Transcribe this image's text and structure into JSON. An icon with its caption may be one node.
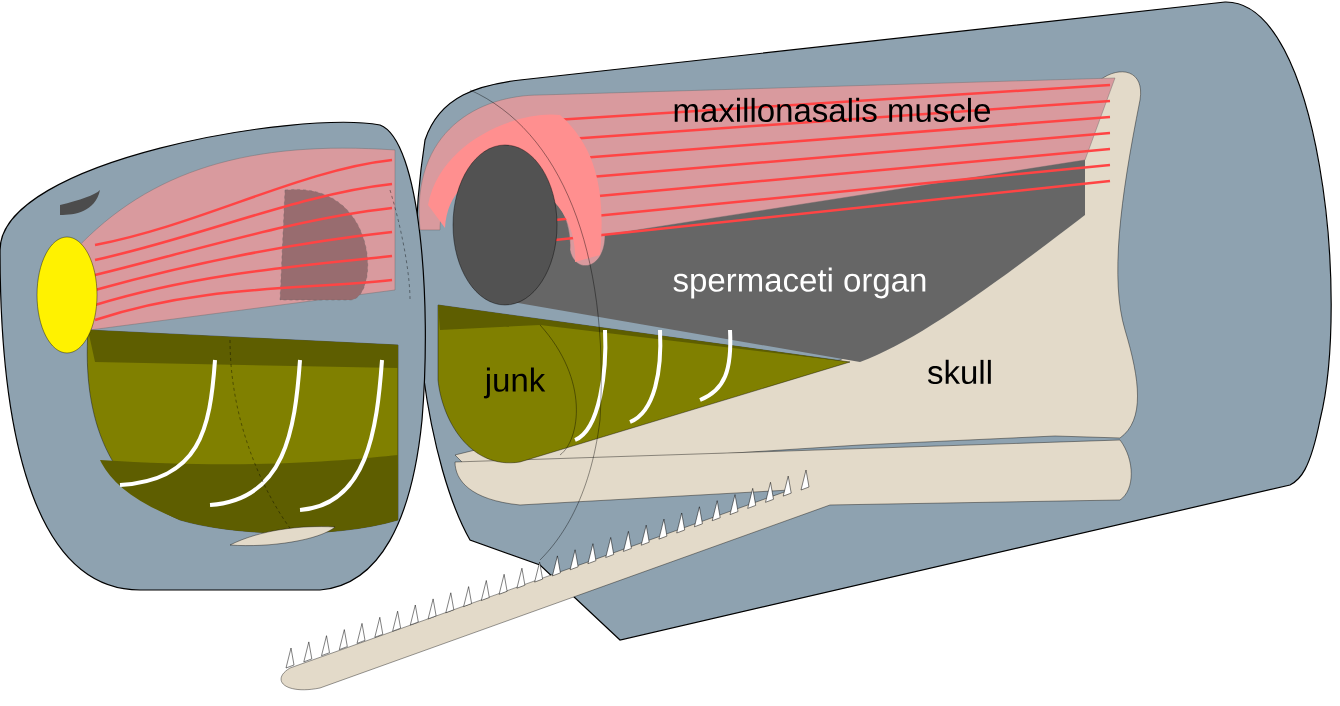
{
  "diagram": {
    "labels": [
      "maxillonasalis muscle",
      "spermaceti organ",
      "junk",
      "skull"
    ]
  }
}
